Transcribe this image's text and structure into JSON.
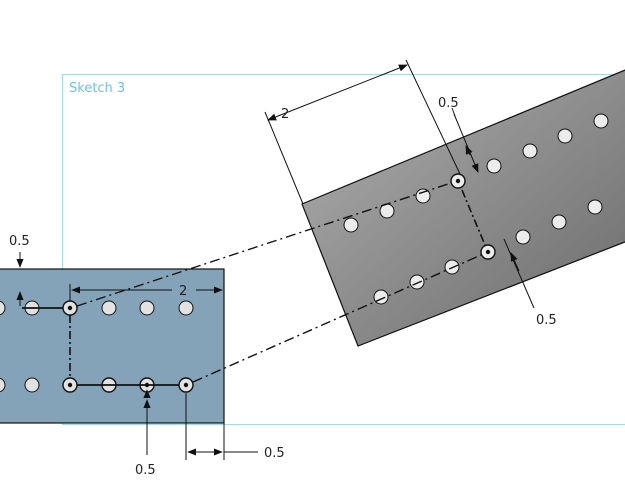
{
  "sketch": {
    "label": "Sketch 3"
  },
  "colors": {
    "left_plate": "#84a3b8",
    "right_plate_light": "#a8a8a8",
    "right_plate_dark": "#6e6e6e",
    "sketch_frame": "#a8d8ee",
    "sketch_label": "#6cc0e6",
    "hole_fill": "#e2e2e2",
    "line": "#111111"
  },
  "dimensions": {
    "left_top_offset": "0.5",
    "left_spacing": "2",
    "left_bottom_vertical": "0.5",
    "left_bottom_horizontal": "0.5",
    "right_spacing": "2",
    "right_top_offset": "0.5",
    "right_bottom_offset": "0.5"
  }
}
